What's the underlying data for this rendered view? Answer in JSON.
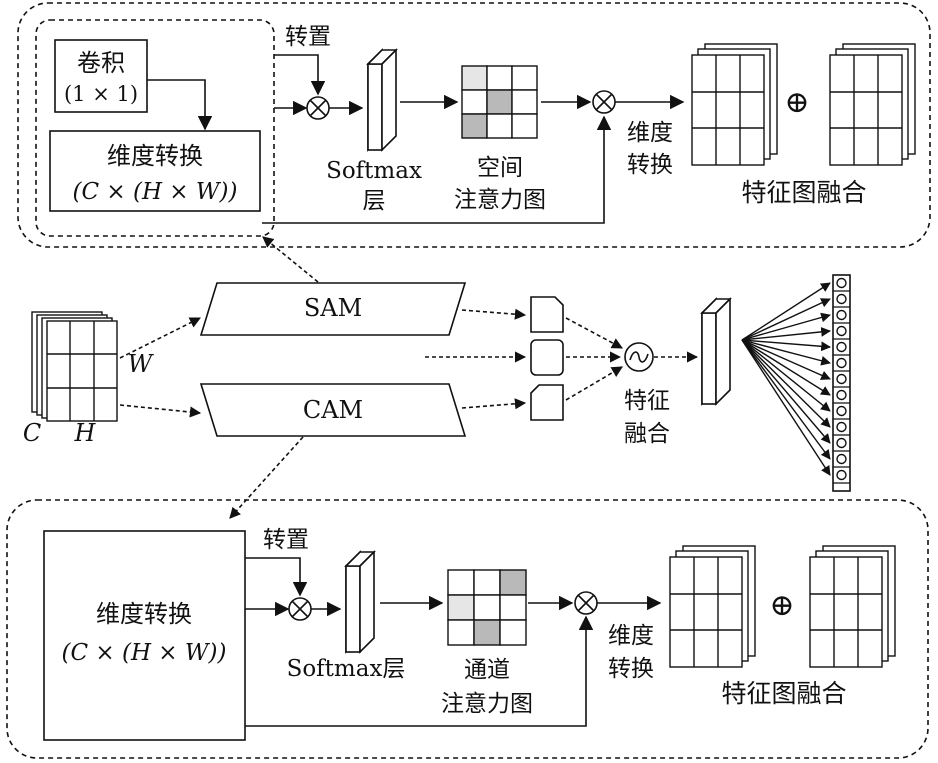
{
  "sam_block": {
    "conv_label": "卷积",
    "conv_kernel": "(1 × 1)",
    "reshape_label": "维度转换",
    "reshape_shape": "(C × (H × W))",
    "transpose_label": "转置",
    "softmax_label": "Softmax",
    "softmax_layer": "层",
    "attention_label_1": "空间",
    "attention_label_2": "注意力图",
    "reshape2_label_1": "维度",
    "reshape2_label_2": "转换",
    "fusion_label": "特征图融合",
    "plus_symbol": "⊕"
  },
  "middle": {
    "input_w": "W",
    "input_c": "C",
    "input_h": "H",
    "sam_label": "SAM",
    "cam_label": "CAM",
    "fuse_label_1": "特征",
    "fuse_label_2": "融合"
  },
  "cam_block": {
    "transpose_label": "转置",
    "reshape_label": "维度转换",
    "reshape_shape": "(C × (H × W))",
    "softmax_label": "Softmax层",
    "attention_label_1": "通道",
    "attention_label_2": "注意力图",
    "reshape2_label_1": "维度",
    "reshape2_label_2": "转换",
    "fusion_label": "特征图融合",
    "plus_symbol": "⊕"
  },
  "colors": {
    "stroke": "#111111",
    "cell_shade": "#b9b9b9",
    "cell_light": "#e6e6e6"
  }
}
